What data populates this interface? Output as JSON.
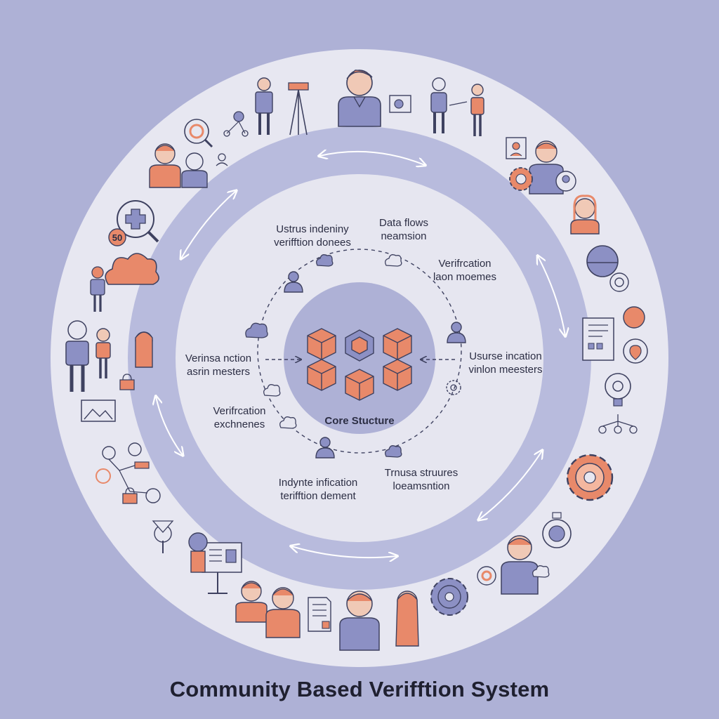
{
  "title": "Community Based Verifftion System",
  "core": {
    "label": "Core Stucture"
  },
  "inner_labels": [
    {
      "id": "top-left",
      "text": "Ustrus indeniny\nverifftion donees"
    },
    {
      "id": "top-right",
      "text": "Data flows\nneamsion"
    },
    {
      "id": "right-upper",
      "text": "Verifrcation\nlaon moemes"
    },
    {
      "id": "left-middle",
      "text": "Verinsa nction\nasrin mesters"
    },
    {
      "id": "right-middle",
      "text": "Usurse incation\nvinlon meesters"
    },
    {
      "id": "left-lower",
      "text": "Verifrcation\nexchnenes"
    },
    {
      "id": "bottom-left",
      "text": "Indynte infication\nterifftion dement"
    },
    {
      "id": "bottom-right",
      "text": "Trnusa struures\nloeamsntion"
    }
  ],
  "badge": {
    "text": "50"
  },
  "colors": {
    "background": "#aeb1d6",
    "ring_light": "#e7e7f1",
    "ring_band": "#b8bbdd",
    "inner_disc": "#e6e6f0",
    "core_disc": "#aeb1d6",
    "accent": "#e8896a",
    "outline": "#3e4160",
    "icon_fill": "#8c90c4"
  },
  "icons": [
    "person-icon",
    "cube-icon",
    "cloud-icon",
    "gear-icon",
    "document-icon",
    "magnifier-icon",
    "network-icon",
    "lightbulb-icon",
    "image-icon",
    "lock-icon",
    "signpost-icon",
    "presentation-board-icon",
    "speech-bubble-icon",
    "clock-icon"
  ]
}
